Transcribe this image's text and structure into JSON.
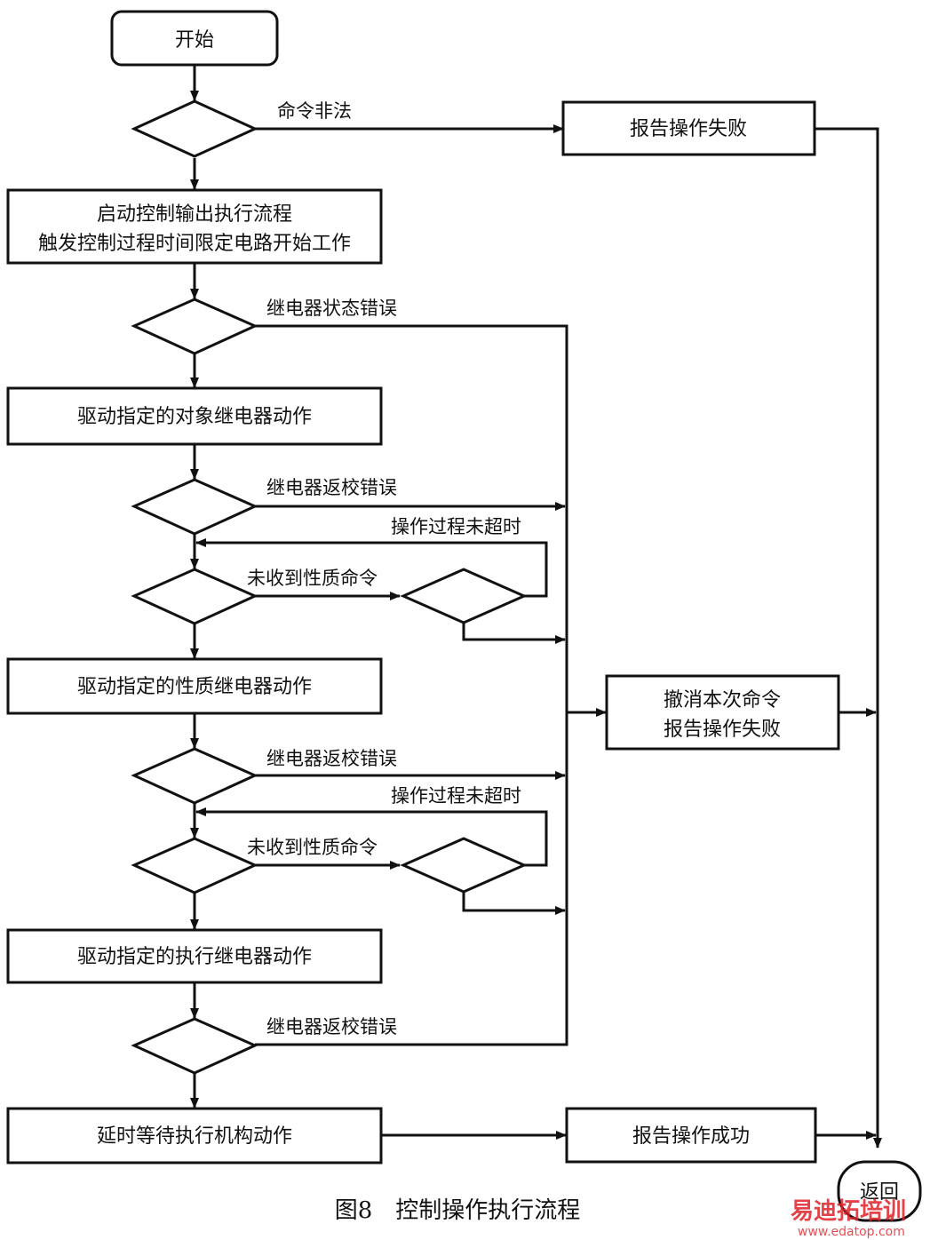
{
  "nodes": {
    "start": "开始",
    "step_start_output_line1": "启动控制输出执行流程",
    "step_start_output_line2": "触发控制过程时间限定电路开始工作",
    "step_drive_object": "驱动指定的对象继电器动作",
    "step_drive_nature": "驱动指定的性质继电器动作",
    "step_drive_exec": "驱动指定的执行继电器动作",
    "step_delay": "延时等待执行机构动作",
    "report_fail": "报告操作失败",
    "cancel_line1": "撤消本次命令",
    "cancel_line2": "报告操作失败",
    "report_success": "报告操作成功",
    "return": "返回"
  },
  "labels": {
    "cmd_illegal": "命令非法",
    "relay_state_error": "继电器状态错误",
    "relay_check_error_1": "继电器返校错误",
    "timeout_not_reached_1": "操作过程未超时",
    "no_nature_cmd_1": "未收到性质命令",
    "relay_check_error_2": "继电器返校错误",
    "timeout_not_reached_2": "操作过程未超时",
    "no_nature_cmd_2": "未收到性质命令",
    "relay_check_error_3": "继电器返校错误"
  },
  "caption": "图8　控制操作执行流程",
  "watermark": {
    "brand": "易迪拓培训",
    "url": "www.edatop.com"
  },
  "colors": {
    "line": "#111111",
    "watermark": "#e0222a"
  }
}
